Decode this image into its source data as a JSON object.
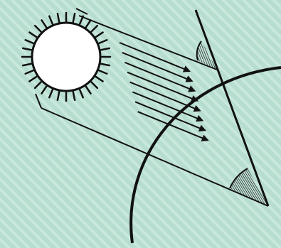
{
  "diagram": {
    "background_color": "#b6ddcf",
    "stripe_color": "#c9e8dc",
    "ink_color": "#111111",
    "hatch_color": "#333333",
    "sun_fill": "#ffffff",
    "sun_ray_count": 32,
    "parallel_ray_count": 8,
    "icons": [
      "sun-icon",
      "earth-arc",
      "angle-hatch"
    ]
  }
}
